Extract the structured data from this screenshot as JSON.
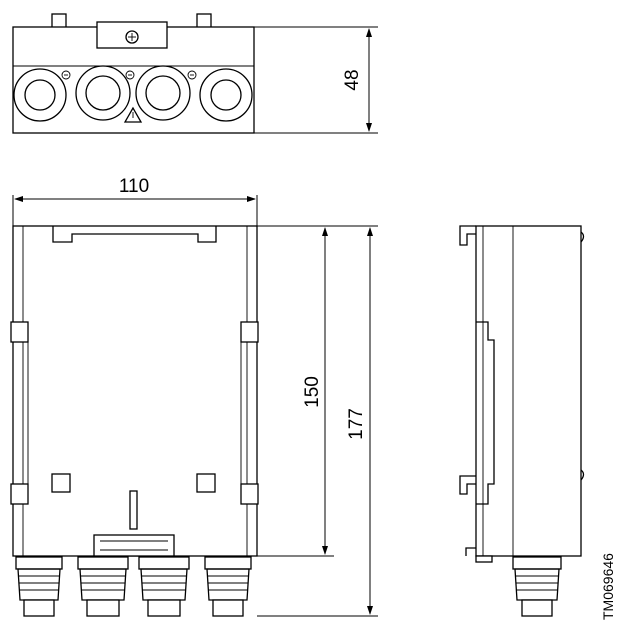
{
  "dimensions": {
    "height_top_view": "48",
    "width": "110",
    "inner_height": "150",
    "total_height": "177"
  },
  "drawing_ref": "TM069646"
}
